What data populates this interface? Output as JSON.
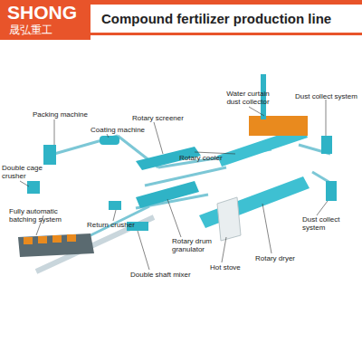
{
  "diagram": {
    "title": "Compound fertilizer production line",
    "labels": [
      "SHONG",
      "晟弘重工",
      "Packing machine",
      "Coating machine",
      "Rotary screener",
      "Water curtain dust collector",
      "Dust collect system",
      "Rotary cooler",
      "Double cage crusher",
      "Fully automatic batching system",
      "Return crusher",
      "Rotary drum granulator",
      "Hot stove",
      "Dust collect system",
      "Rotary dryer",
      "Double shaft mixer"
    ]
  }
}
